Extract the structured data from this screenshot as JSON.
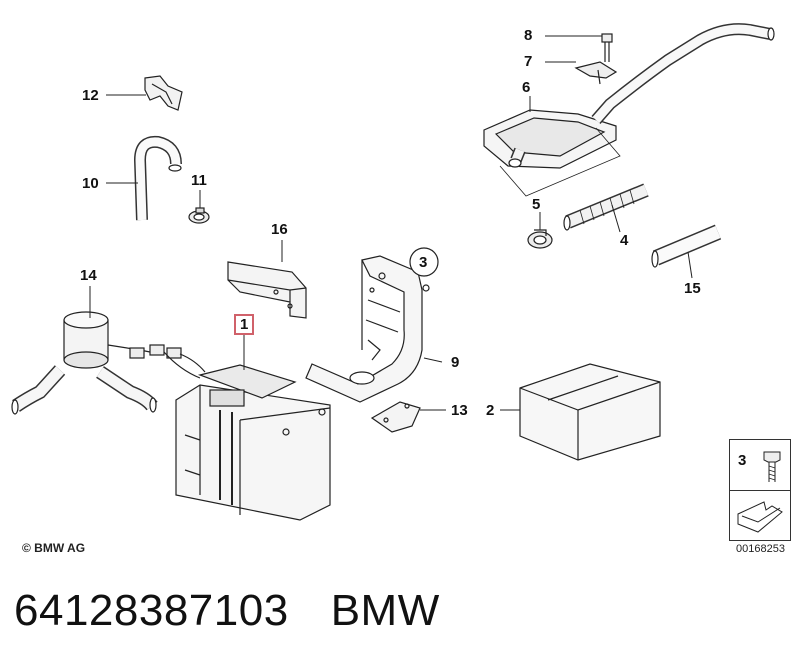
{
  "labels": {
    "l1": "1",
    "l2": "2",
    "l3": "3",
    "l4": "4",
    "l5": "5",
    "l6": "6",
    "l7": "7",
    "l8": "8",
    "l9": "9",
    "l10": "10",
    "l11": "11",
    "l12": "12",
    "l13": "13",
    "l14": "14",
    "l15": "15",
    "l16": "16"
  },
  "legend": {
    "number": "3"
  },
  "copyright": "© BMW AG",
  "diagram_id": "00168253",
  "footer": {
    "part_number": "64128387103",
    "brand": "BMW"
  },
  "colors": {
    "highlight": "#d0616a",
    "line": "#222222"
  }
}
